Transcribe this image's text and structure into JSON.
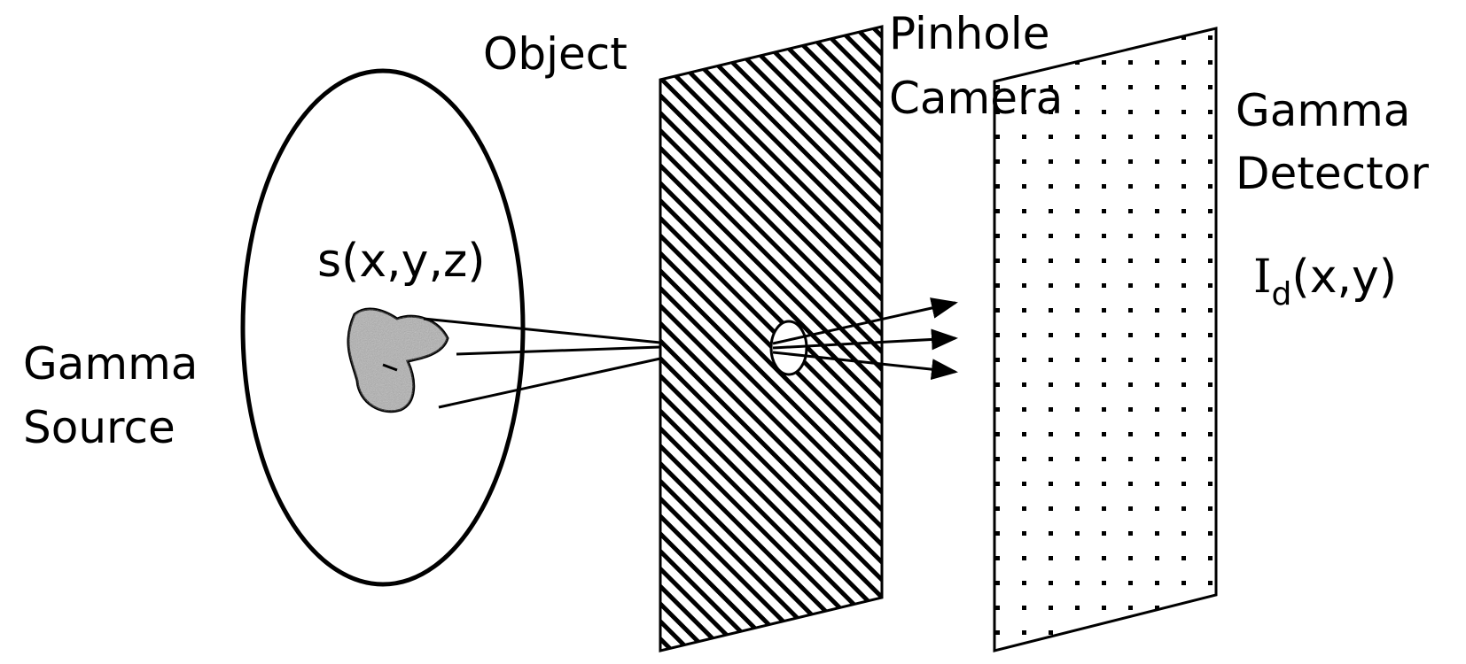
{
  "labels": {
    "object": "Object",
    "pinhole_line1": "Pinhole",
    "pinhole_line2": "Camera",
    "detector_line1": "Gamma",
    "detector_line2": "Detector",
    "source_line1": "Gamma",
    "source_line2": "Source",
    "source_function": "s(x,y,z)",
    "detector_function_main": "I",
    "detector_function_sub": "d",
    "detector_function_args": "(x,y)"
  },
  "colors": {
    "stroke": "#000000",
    "background": "#ffffff",
    "blob_fill": "#b0b0b0"
  }
}
